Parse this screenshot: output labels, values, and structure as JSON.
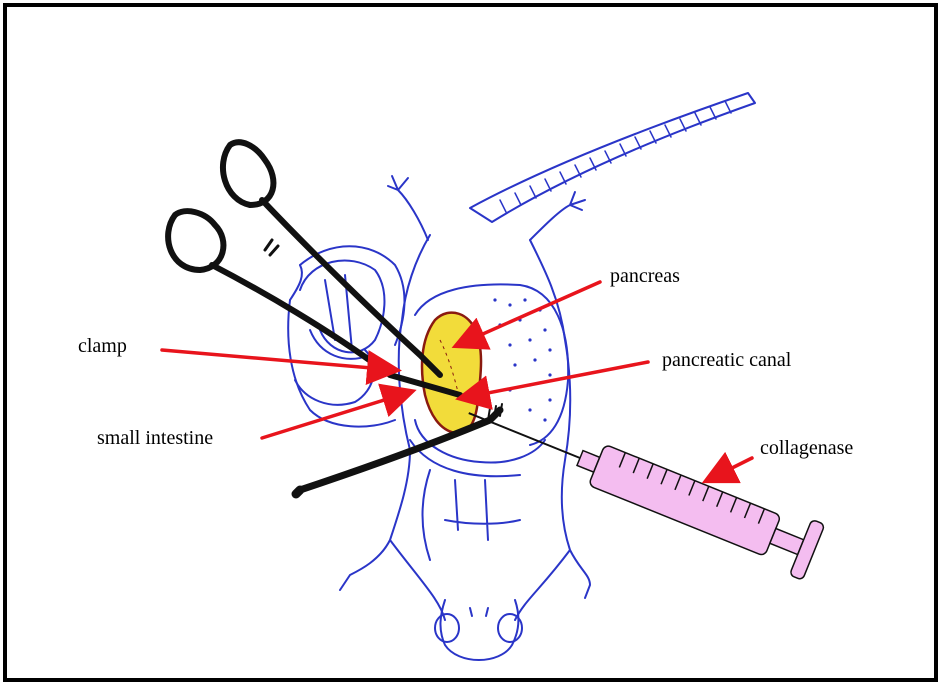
{
  "labels": {
    "pancreas": "pancreas",
    "clamp": "clamp",
    "pancreatic_canal": "pancreatic canal",
    "small_intestine": "small intestine",
    "collagenase": "collagenase"
  },
  "colors": {
    "outline": "#2a35c8",
    "arrow": "#e8141c",
    "pancreas_fill": "#f2dc3a",
    "pancreas_edge": "#8a1a10",
    "syringe_fill": "#f4bdf0",
    "instrument": "#111111"
  },
  "icons": {
    "mouse": "mouse-outline-illustration",
    "forceps": "forceps-clamp-illustration",
    "syringe": "syringe-illustration"
  }
}
